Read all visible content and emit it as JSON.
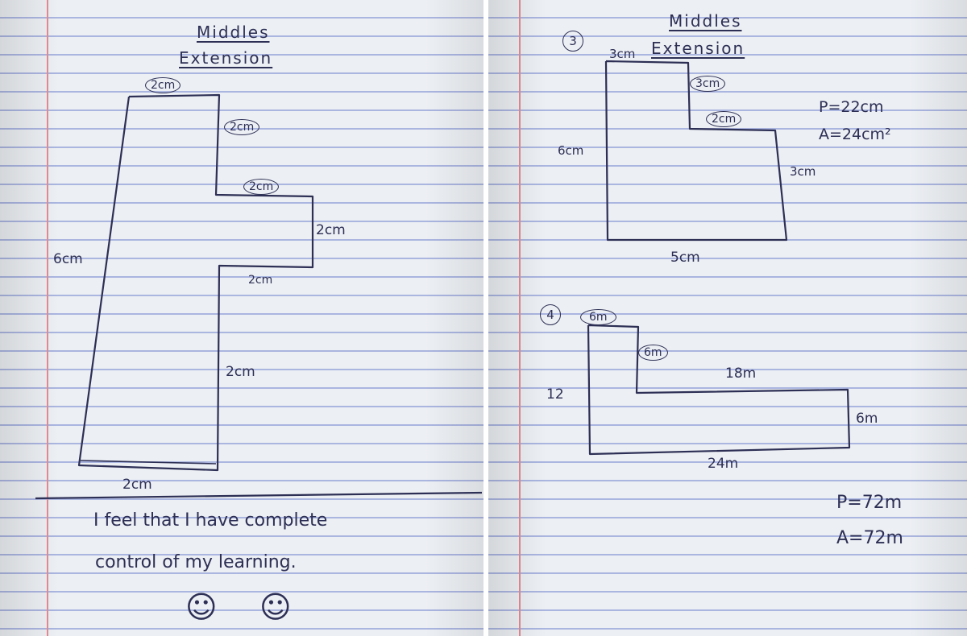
{
  "left_page": {
    "title_line1": "Middles",
    "title_line2": "Extension",
    "labels": {
      "top": "2cm",
      "inner_vertical": "2cm",
      "step_top": "2cm",
      "step_right": "2cm",
      "step_bottom": "2cm",
      "stem_right": "2cm",
      "bottom": "2cm",
      "left_side": "6cm"
    },
    "reflection_line1": "I feel that I have complete",
    "reflection_line2": "control of my learning.",
    "smiley_1": "☺",
    "smiley_2": "☺"
  },
  "right_page": {
    "title_line1": "Middles",
    "title_line2": "Extension",
    "q3": {
      "number": "3",
      "labels": {
        "top_left": "3cm",
        "inner_vertical": "3cm",
        "inner_horizontal": "2cm",
        "right_side": "3cm",
        "bottom": "5cm",
        "left_side": "6cm"
      },
      "perimeter": "P=22cm",
      "area": "A=24cm²"
    },
    "q4": {
      "number": "4",
      "labels": {
        "top": "6m",
        "inner_vertical": "6m",
        "inner_horizontal": "18m",
        "right_side": "6m",
        "bottom": "24m",
        "left_side": "12"
      },
      "perimeter": "P=72m",
      "area": "A=72m"
    }
  },
  "colors": {
    "ink": "#2d2f55",
    "paper": "#eceff3",
    "rules": "#5a6ec8",
    "margin": "#e48c94",
    "background": "#1f6f86"
  }
}
